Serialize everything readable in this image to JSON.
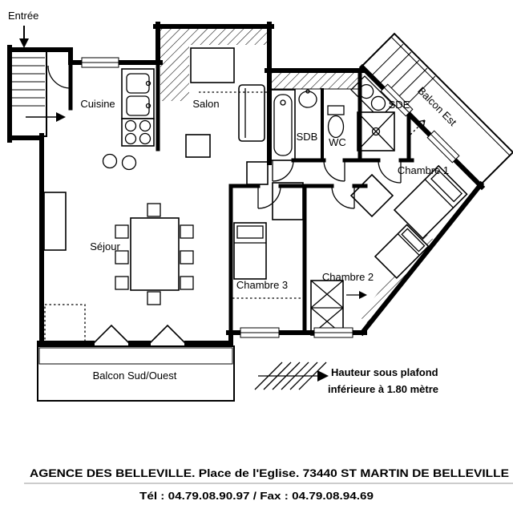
{
  "plan": {
    "entry_label": "Entrée",
    "rooms": {
      "cuisine": "Cuisine",
      "salon": "Salon",
      "sdb": "SDB",
      "wc": "WC",
      "sde": "SDE",
      "chambre1": "Chambre 1",
      "sejour": "Séjour",
      "chambre3": "Chambre 3",
      "chambre2": "Chambre 2",
      "balcon_est": "Balcon Est",
      "balcon_sud_ouest": "Balcon Sud/Ouest"
    },
    "legend": {
      "line1": "Hauteur sous plafond",
      "line2": "inférieure à 1.80 mètre"
    }
  },
  "footer": {
    "line1": "AGENCE DES BELLEVILLE. Place de l'Eglise. 73440 ST MARTIN DE BELLEVILLE",
    "line2": "Tél : 04.79.08.90.97 / Fax : 04.79.08.94.69"
  },
  "colors": {
    "walls": "#000000",
    "background": "#ffffff"
  }
}
